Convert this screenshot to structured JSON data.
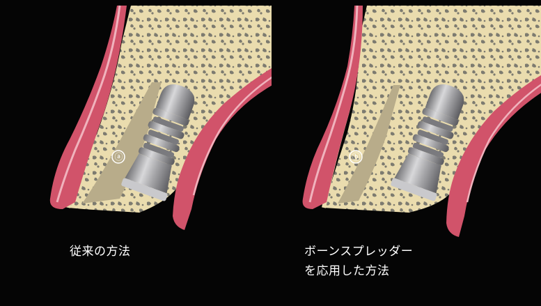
{
  "figure": {
    "panels": [
      {
        "id": "conventional",
        "marker": "ⓐ",
        "caption_lines": [
          "従来の方法"
        ]
      },
      {
        "id": "bone-spreader",
        "marker": "ⓑ",
        "caption_lines": [
          "ボーンスプレッダー",
          "を応用した方法"
        ]
      }
    ]
  },
  "colors": {
    "background": "#050505",
    "bone": "#eadcae",
    "bone_pores": "#7d7b70",
    "gingiva": "#d1536a",
    "gingiva_light": "#f0b3bd",
    "defect_gap": "#b8ac8a",
    "implant_metal": "#a9a9ab",
    "text": "#ffffff"
  }
}
